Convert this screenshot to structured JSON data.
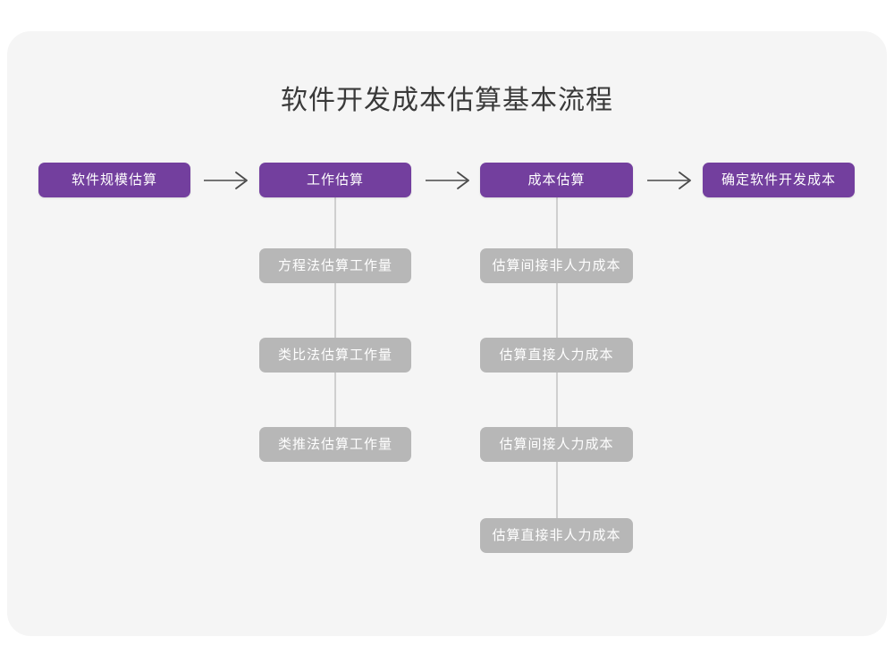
{
  "diagram": {
    "title": "软件开发成本估算基本流程",
    "colors": {
      "page_background": "#FFFFFF",
      "card_background": "#F5F5F5",
      "stage_box": "#733F9E",
      "sub_box": "#B7B7B7",
      "box_text": "#FFFFFF",
      "title_text": "#3A3A3A",
      "connector_line": "#CFCFCF",
      "arrow": "#4A4A4A"
    },
    "arrow_glyph": "long-right-arrow",
    "stages": [
      {
        "label": "软件规模估算",
        "sub_steps": []
      },
      {
        "label": "工作估算",
        "sub_steps": [
          "方程法估算工作量",
          "类比法估算工作量",
          "类推法估算工作量"
        ]
      },
      {
        "label": "成本估算",
        "sub_steps": [
          "估算间接非人力成本",
          "估算直接人力成本",
          "估算间接人力成本",
          "估算直接非人力成本"
        ]
      },
      {
        "label": "确定软件开发成本",
        "sub_steps": []
      }
    ]
  }
}
